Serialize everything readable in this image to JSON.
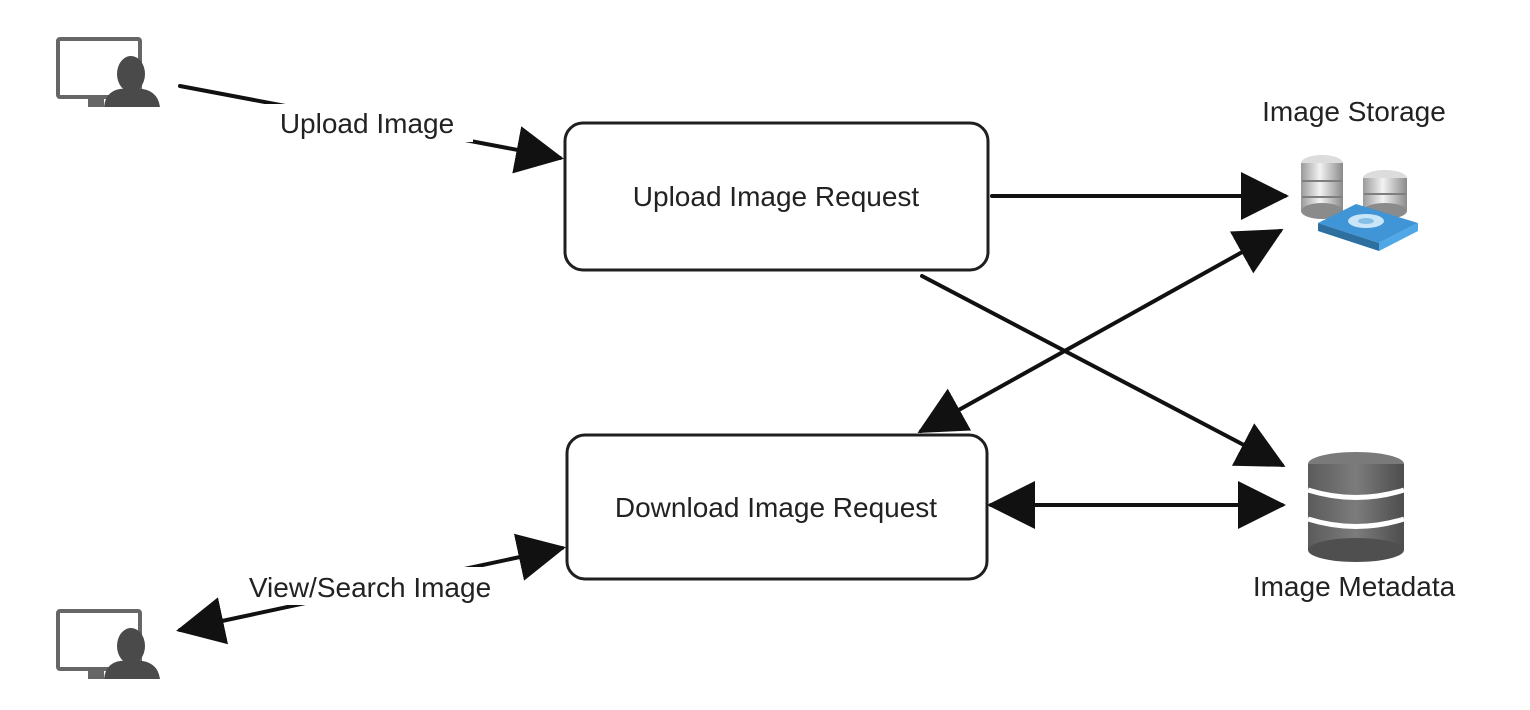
{
  "diagram": {
    "nodes": {
      "upload_request": {
        "label": "Upload Image Request"
      },
      "download_request": {
        "label": "Download Image Request"
      },
      "image_storage": {
        "label": "Image Storage",
        "icon": "storage-servers-icon"
      },
      "image_metadata": {
        "label": "Image Metadata",
        "icon": "database-icon"
      },
      "uploader_user": {
        "icon": "computer-user-icon"
      },
      "viewer_user": {
        "icon": "computer-user-icon"
      }
    },
    "edges": {
      "upload_image": {
        "label": "Upload Image",
        "from": "uploader_user",
        "to": "upload_request"
      },
      "view_search_image": {
        "label": "View/Search Image",
        "from": "download_request",
        "to": "viewer_user",
        "bidirectional": true
      },
      "upload_to_storage": {
        "from": "upload_request",
        "to": "image_storage"
      },
      "upload_to_metadata": {
        "from": "upload_request",
        "to": "image_metadata"
      },
      "storage_to_download": {
        "from": "image_storage",
        "to": "download_request",
        "bidirectional": true
      },
      "download_to_metadata": {
        "from": "download_request",
        "to": "image_metadata",
        "bidirectional": true
      }
    },
    "colors": {
      "line": "#111111",
      "box_border": "#1f1f1f",
      "icon_gray": "#4a4a4a",
      "monitor_frame": "#666666",
      "db_gray": "#5f5f5f",
      "storage_blue": "#3f95d6"
    }
  }
}
